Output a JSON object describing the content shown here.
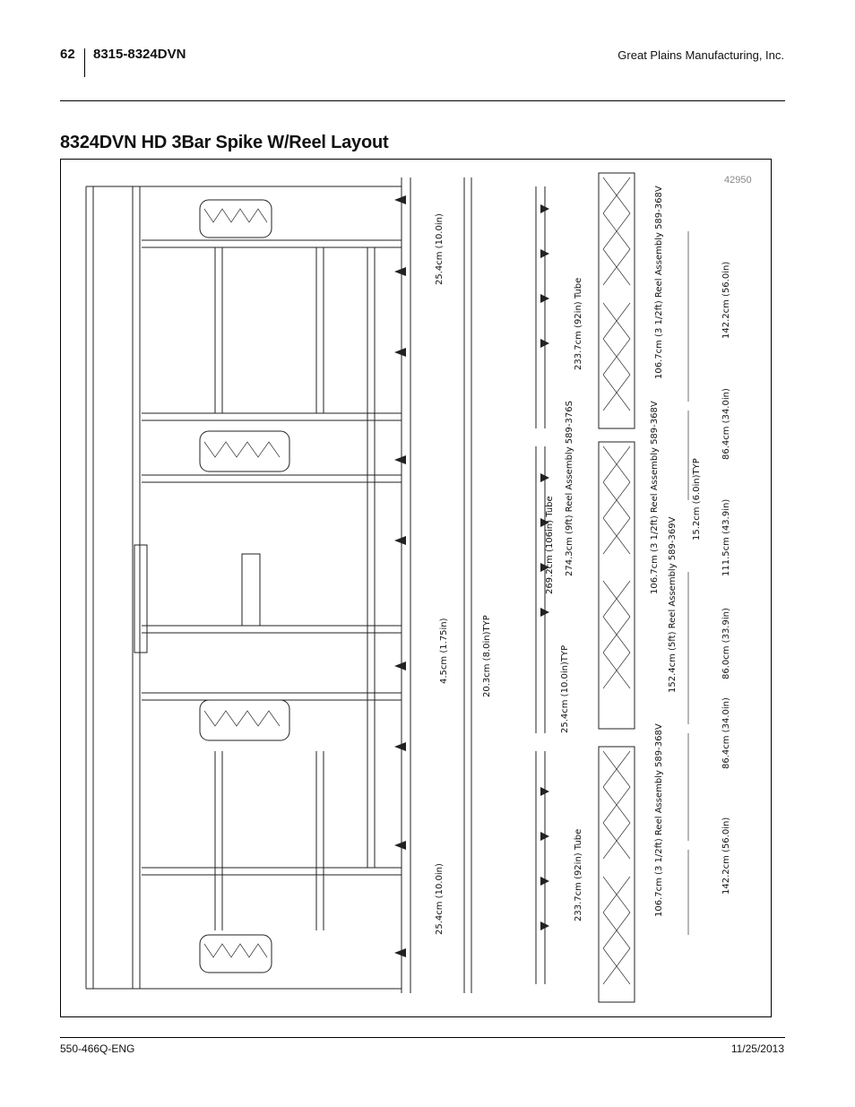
{
  "header": {
    "page_number": "62",
    "model": "8315-8324DVN",
    "company": "Great Plains Manufacturing, Inc."
  },
  "title": "8324DVN HD 3Bar Spike W/Reel Layout",
  "figure": {
    "figure_number": "42950",
    "callouts": {
      "d_254_top": "25.4cm (10.0in)",
      "d_2337_top": "233.7cm (92in) Tube",
      "d_1067_top": "106.7cm (3 1/2ft) Reel Assembly 589-368V",
      "d_1422_top": "142.2cm (56.0in)",
      "d_864_top": "86.4cm (34.0in)",
      "d_152": "15.2cm (6.0in)TYP",
      "d_2692": "269.2cm (106in) Tube",
      "d_2743": "274.3cm (9ft) Reel Assembly 589-376S",
      "d_1067_mid": "106.7cm (3 1/2ft) Reel Assembly 589-368V",
      "d_1115": "111.5cm (43.9in)",
      "d_45": "4.5cm (1.75in)",
      "d_203": "20.3cm (8.0in)TYP",
      "d_1524": "152.4cm (5ft) Reel Assembly 589-369V",
      "d_860": "86.0cm (33.9in)",
      "d_254_mid": "25.4cm (10.0in)TYP",
      "d_864_bot": "86.4cm (34.0in)",
      "d_2337_bot": "233.7cm (92in) Tube",
      "d_1067_bot": "106.7cm (3 1/2ft) Reel Assembly 589-368V",
      "d_1422_bot": "142.2cm (56.0in)",
      "d_254_bot": "25.4cm (10.0in)"
    }
  },
  "footer": {
    "doc_number": "550-466Q-ENG",
    "date": "11/25/2013"
  }
}
